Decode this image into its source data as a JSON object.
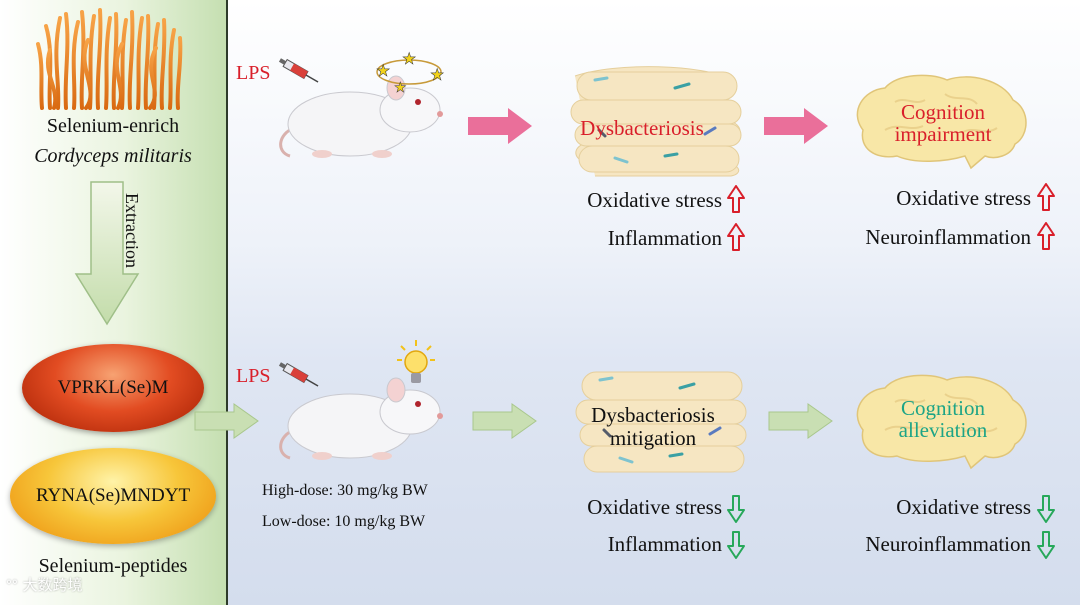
{
  "left": {
    "source_line1": "Selenium-enrich",
    "source_line2": "Cordyceps militaris",
    "extraction": "Extraction",
    "peptide1": "VPRKL(Se)M",
    "peptide2": "RYNA(Se)MNDYT",
    "peptides_label": "Selenium-peptides"
  },
  "top_row": {
    "lps": "LPS",
    "gut_label": "Dysbacteriosis",
    "brain_line1": "Cognition",
    "brain_line2": "impairment",
    "gut_markers": [
      "Oxidative stress",
      "Inflammation"
    ],
    "brain_markers": [
      "Oxidative stress",
      "Neuroinflammation"
    ],
    "arrow_color": "#ea6f9a",
    "text_color": "#d91f2a",
    "indicator": "up"
  },
  "bottom_row": {
    "lps": "LPS",
    "dose_high": "High-dose: 30 mg/kg BW",
    "dose_low": "Low-dose: 10 mg/kg BW",
    "gut_line1": "Dysbacteriosis",
    "gut_line2": "mitigation",
    "brain_line1": "Cognition",
    "brain_line2": "alleviation",
    "gut_markers": [
      "Oxidative stress",
      "Inflammation"
    ],
    "brain_markers": [
      "Oxidative stress",
      "Neuroinflammation"
    ],
    "arrow_color": "#c9dfb3",
    "text_color": "#1ca486",
    "indicator": "down"
  },
  "watermark": "大数跨境"
}
